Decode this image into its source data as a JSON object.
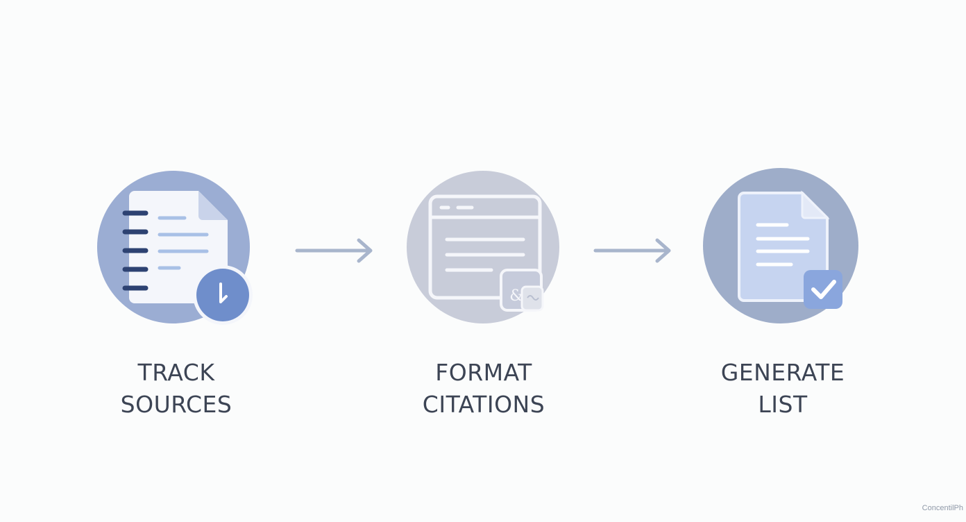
{
  "steps": [
    {
      "line1": "TRACK",
      "line2": "SOURCES",
      "icon": "document-list-icon",
      "badge_icon": "clock-icon",
      "circle_color": "#9fb0d5",
      "badge_color": "#6f8ecb"
    },
    {
      "line1": "FORMAT",
      "line2": "CITATIONS",
      "icon": "browser-window-icon",
      "badge_icon": "ampersand-tiles-icon",
      "circle_color": "#c8ccd9"
    },
    {
      "line1": "GENERATE",
      "line2": "LIST",
      "icon": "document-icon",
      "badge_icon": "checkmark-icon",
      "circle_color": "#9eadc9"
    }
  ],
  "badge_text": "&",
  "arrow_color": "#a8b5cc",
  "text_color": "#3c4454",
  "watermark": "ConcentilPh"
}
